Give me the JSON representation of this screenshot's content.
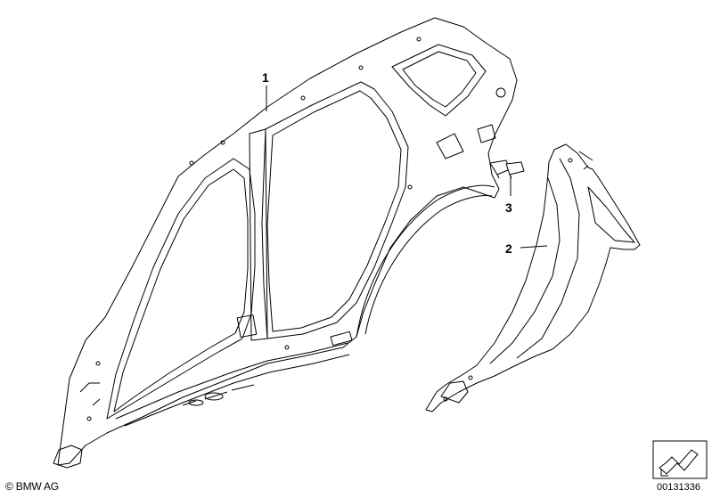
{
  "diagram": {
    "callouts": [
      {
        "id": "1",
        "label": "1"
      },
      {
        "id": "2",
        "label": "2"
      },
      {
        "id": "3",
        "label": "3"
      }
    ]
  },
  "footer": {
    "copyright": "© BMW AG",
    "reference_number": "00131336"
  },
  "icons": {
    "direction_arrow": "arrow-icon"
  },
  "colors": {
    "line": "#000000",
    "background": "#ffffff",
    "panel_fill": "#ffffff"
  }
}
